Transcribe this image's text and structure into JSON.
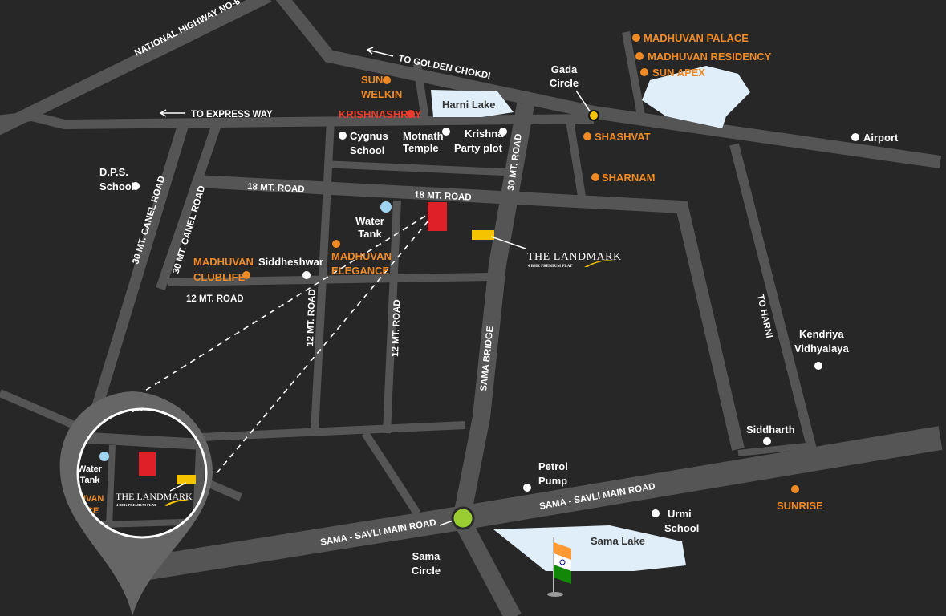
{
  "roads": {
    "nh8": "NATIONAL HIGHWAY NO-8",
    "golden_chokdi": "TO GOLDEN CHOKDI",
    "express_way": "TO EXPRESS WAY",
    "road18_a": "18 MT. ROAD",
    "road18_b": "18 MT. ROAD",
    "road30": "30 MT. ROAD",
    "canel1": "30 MT. CANEL ROAD",
    "canel2": "30 MT. CANEL ROAD",
    "road12_h": "12 MT. ROAD",
    "road12_v1": "12 MT. ROAD",
    "road12_v2": "12 MT. ROAD",
    "sama_bridge": "SAMA BRIDGE",
    "to_harni": "TO HARNI",
    "sama_savli_1": "SAMA - SAVLI MAIN ROAD",
    "sama_savli_2": "SAMA - SAVLI MAIN ROAD"
  },
  "places": {
    "madhuvan_palace": "MADHUVAN PALACE",
    "madhuvan_residency": "MADHUVAN RESIDENCY",
    "sun_apex": "SUN APEX",
    "gada_circle": [
      "Gada",
      "Circle"
    ],
    "sun_welkin": [
      "SUN",
      "WELKIN"
    ],
    "krishnashray": "KRISHNASHRAY",
    "harni_lake": "Harni Lake",
    "cygnus_school": [
      "Cygnus",
      "School"
    ],
    "motnath_temple": [
      "Motnath",
      "Temple"
    ],
    "krishna_party_plot": [
      "Krishna",
      "Party plot"
    ],
    "shashvat": "SHASHVAT",
    "sharnam": "SHARNAM",
    "airport": "Airport",
    "dps_school": [
      "D.P.S.",
      "School"
    ],
    "water_tank": [
      "Water",
      "Tank"
    ],
    "madhuvan_elegance": [
      "MADHUVAN",
      "ELEGANCE"
    ],
    "madhuvan_clublife": [
      "MADHUVAN",
      "CLUBLIFE"
    ],
    "siddheshwar": "Siddheshwar",
    "kendriya_vidhyalaya": [
      "Kendriya",
      "Vidhyalaya"
    ],
    "siddharth": "Siddharth",
    "petrol_pump": [
      "Petrol",
      "Pump"
    ],
    "sunrise": "SUNRISE",
    "urmi_school": [
      "Urmi",
      "School"
    ],
    "sama_lake": "Sama Lake",
    "sama_circle": [
      "Sama",
      "Circle"
    ]
  },
  "project": {
    "name": "THE LANDMARK",
    "tagline": "4 BHK PREMIUM FLAT"
  },
  "inset": {
    "water_tank": [
      "Water",
      "Tank"
    ],
    "partial_label": [
      "UVAN",
      "CE"
    ],
    "top_partial": "emple"
  },
  "colors": {
    "background": "#272727",
    "road": "#555555",
    "lake": "#dfeef8",
    "highlight_orange": "#f08a24",
    "highlight_red": "#ee3b2b",
    "site_red": "#e02028",
    "landmark_yellow": "#f5c400",
    "sama_circle": "#9acd32",
    "water_tank": "#9fd3f0"
  }
}
